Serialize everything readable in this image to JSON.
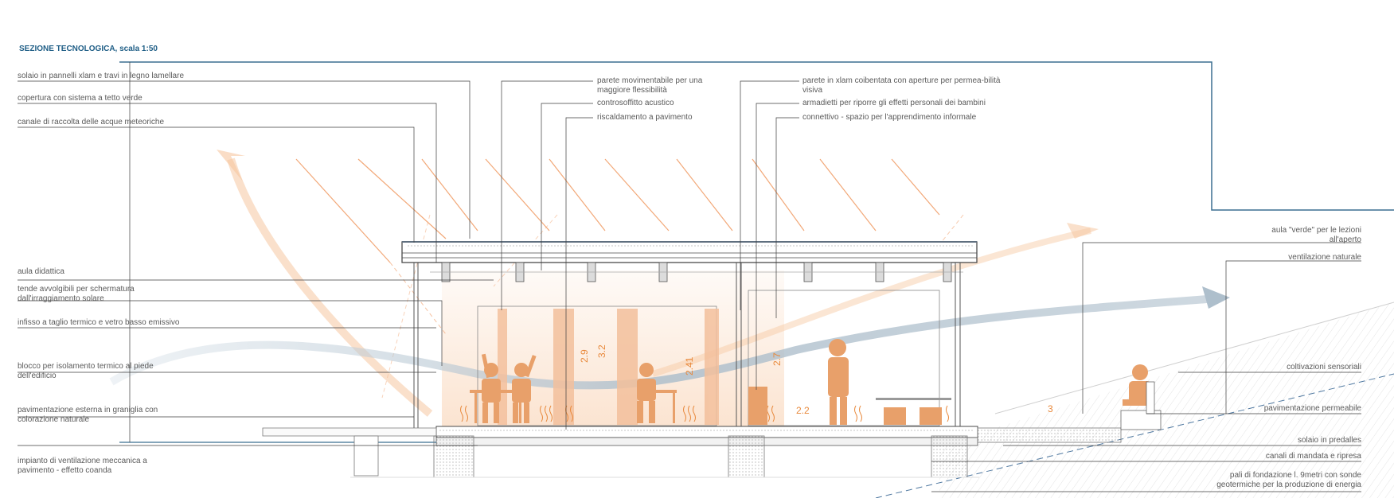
{
  "title": "SEZIONE TECNOLOGICA, scala 1:50",
  "labels_left": [
    {
      "id": "solaio-xlam",
      "text": "solaio in pannelli xlam e travi  in legno lamellare"
    },
    {
      "id": "copertura-verde",
      "text": "copertura con sistema a tetto verde"
    },
    {
      "id": "canale-raccolta",
      "text": "canale di raccolta delle acque meteoriche"
    },
    {
      "id": "aula-didattica",
      "text": "aula didattica"
    },
    {
      "id": "tende",
      "text": "tende  avvolgibili  per  schermatura dall'irraggiamento solare"
    },
    {
      "id": "infisso",
      "text": "infisso a taglio termico e vetro basso emissivo"
    },
    {
      "id": "blocco-isolamento",
      "text": "blocco  per  isolamento  termico  al piede dell'edificio"
    },
    {
      "id": "pavimentazione-esterna",
      "text": "pavimentazione esterna in graniglia con colorazione naturale"
    },
    {
      "id": "impianto-ventilazione",
      "text": "impianto di ventilazione meccanica a pavimento - effetto coanda"
    }
  ],
  "labels_top": [
    {
      "id": "parete-movimentabile",
      "text": "parete movimentabile per una maggiore flessibilità"
    },
    {
      "id": "controsoffitto",
      "text": "controsoffitto acustico"
    },
    {
      "id": "riscaldamento",
      "text": "riscaldamento a pavimento"
    },
    {
      "id": "parete-xlam",
      "text": "parete in xlam coibentata con aperture per permea-bilità visiva"
    },
    {
      "id": "armadietti",
      "text": "armadietti per riporre gli effetti personali dei bambini"
    },
    {
      "id": "connettivo",
      "text": "connettivo - spazio per l'apprendimento informale"
    }
  ],
  "labels_right": [
    {
      "id": "aula-verde",
      "text": "aula \"verde\" per le lezioni all'aperto"
    },
    {
      "id": "ventilazione-naturale",
      "text": "ventilazione naturale"
    },
    {
      "id": "coltivazioni",
      "text": "coltivazioni sensoriali"
    },
    {
      "id": "pavimentazione-permeabile",
      "text": "pavimentazione permeabile"
    },
    {
      "id": "solaio-predalles",
      "text": "solaio in predalles"
    },
    {
      "id": "canali-mandata",
      "text": "canali di mandata e ripresa"
    },
    {
      "id": "pali-fondazione",
      "text": "pali di fondazione l. 9metri con sonde geotermiche per la produzione di energia"
    }
  ],
  "dimensions": {
    "h_2_9": "2.9",
    "h_3_2": "3.2",
    "h_2_41": "2.41",
    "h_2_7": "2.7",
    "w_2_2": "2.2",
    "w_3": "3"
  },
  "colors": {
    "accent_blue": "#1f5e86",
    "figure_orange": "#e8a06a",
    "sun_ray": "#f2a878",
    "air_flow": "#b9c9d6",
    "leader": "#3d3d3d"
  }
}
